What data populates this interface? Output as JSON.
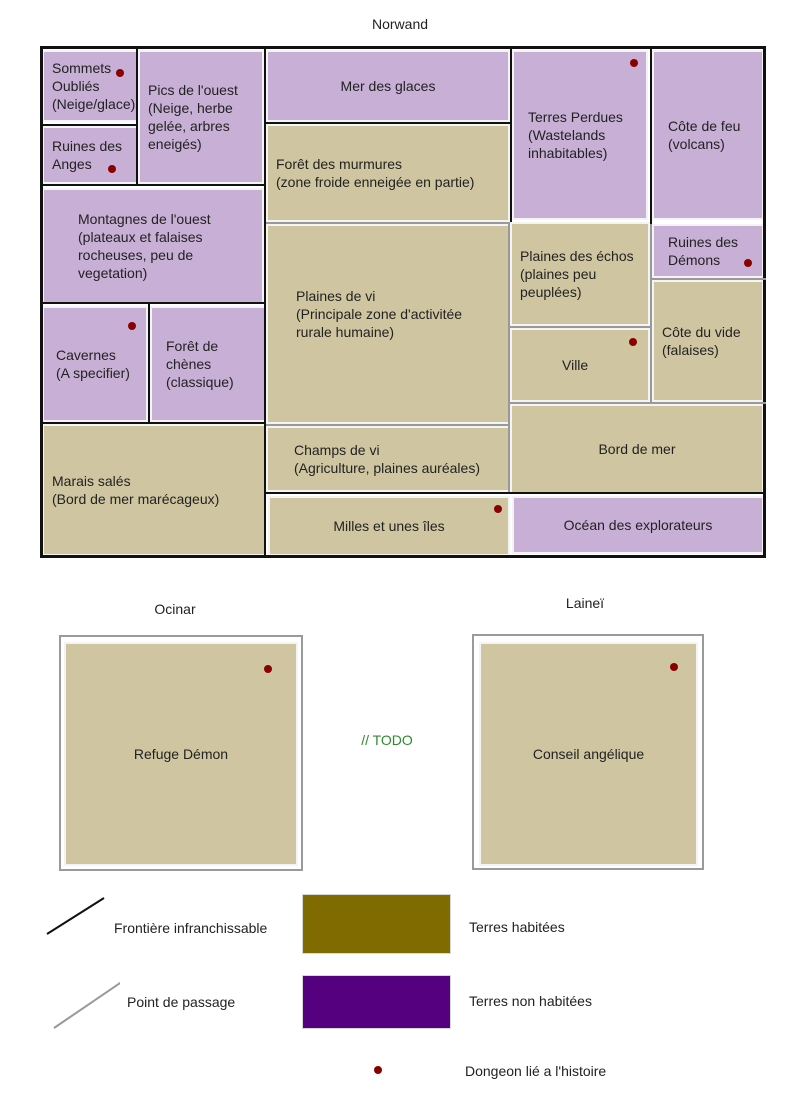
{
  "map": {
    "norwand": {
      "title": "Norwand",
      "regions": {
        "sommets": {
          "name": "Sommets",
          "desc": "Oubliés (Neige/glace)"
        },
        "pics_ouest": {
          "name": "Pics de l'ouest",
          "desc": "(Neige, herbe gelée, arbres eneigés)"
        },
        "mer_glaces": {
          "name": "Mer des glaces"
        },
        "terres_perdues": {
          "name": "Terres Perdues",
          "desc": "(Wastelands inhabitables)"
        },
        "cote_feu": {
          "name": "Côte de feu",
          "desc": "(volcans)"
        },
        "ruines_anges": {
          "name": "Ruines des",
          "desc": "Anges"
        },
        "foret_murmures": {
          "name": "Forêt des murmures",
          "desc": "(zone froide enneigée en partie)"
        },
        "montagnes_ouest": {
          "name": "Montagnes de l'ouest",
          "desc": "(plateaux et falaises rocheuses, peu de vegetation)"
        },
        "plaines_vi": {
          "name": "Plaines de vi",
          "desc": "(Principale zone d'activitée rurale humaine)"
        },
        "plaines_echos": {
          "name": "Plaines des échos",
          "desc": "(plaines peu peuplées)"
        },
        "ruines_demons": {
          "name": "Ruines des",
          "desc": "Démons"
        },
        "cavernes": {
          "name": "Cavernes",
          "desc": "(A specifier)"
        },
        "foret_chenes": {
          "name": "Forêt de",
          "desc": "chènes (classique)"
        },
        "ville": {
          "name": "Ville"
        },
        "cote_vide": {
          "name": "Côte du vide",
          "desc": "(falaises)"
        },
        "marais_sales": {
          "name": "Marais salés",
          "desc": "(Bord de mer marécageux)"
        },
        "champs_vi": {
          "name": "Champs de vi",
          "desc": "(Agriculture, plaines auréales)"
        },
        "bord_mer": {
          "name": "Bord de mer"
        },
        "milles_iles": {
          "name": "Milles et unes îles"
        },
        "ocean": {
          "name": "Océan des explorateurs"
        }
      }
    },
    "ocinar": {
      "title": "Ocinar",
      "region": "Refuge Démon"
    },
    "lainei": {
      "title": "Laineï",
      "region": "Conseil angélique"
    },
    "todo": "// TODO"
  },
  "legend": {
    "border_impassable": "Frontière infranchissable",
    "passage_point": "Point de passage",
    "inhabited": "Terres habitées",
    "uninhabited": "Terres non habitées",
    "dungeon": "Dongeon lié a l'histoire"
  },
  "colors": {
    "inhabited_region": "#cfc6a1",
    "uninhabited_region": "#c8afd5",
    "inhabited_legend": "#7f6b00",
    "uninhabited_legend": "#55007f",
    "dungeon_dot": "#8a0000",
    "impassable_border": "#111111",
    "passage": "#999999"
  }
}
